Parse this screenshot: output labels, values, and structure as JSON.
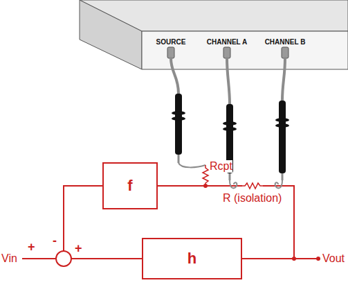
{
  "diagram": {
    "nodes": [
      {
        "text": [
          "SOURCE",
          "CHANNEL A",
          "CHANNEL B"
        ]
      },
      {
        "text": [
          "f"
        ]
      },
      {
        "text": [
          "h"
        ]
      }
    ],
    "edges": [
      {
        "from": 1,
        "to": 2,
        "arrow": "none"
      }
    ],
    "labels": [
      "Rcpt",
      "R (isolation)",
      "Vin",
      "+",
      "-",
      "+",
      "Vout"
    ]
  }
}
